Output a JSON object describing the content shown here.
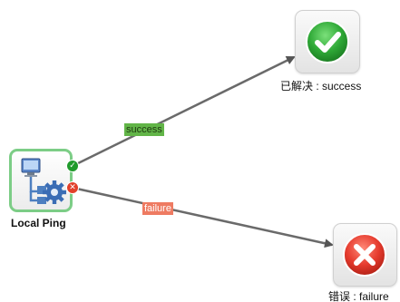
{
  "workflow": {
    "source": {
      "label": "Local Ping",
      "icon": "network-computer-gear-icon"
    },
    "targets": {
      "success": {
        "label": "已解决 : success",
        "icon": "check-circle-icon",
        "color": "#2ea836"
      },
      "failure": {
        "label": "错误 : failure",
        "icon": "x-circle-icon",
        "color": "#e63b2e"
      }
    },
    "edges": {
      "success_label": "success",
      "failure_label": "failure",
      "success_color": "#62b548",
      "failure_color": "#ee7b62"
    }
  }
}
